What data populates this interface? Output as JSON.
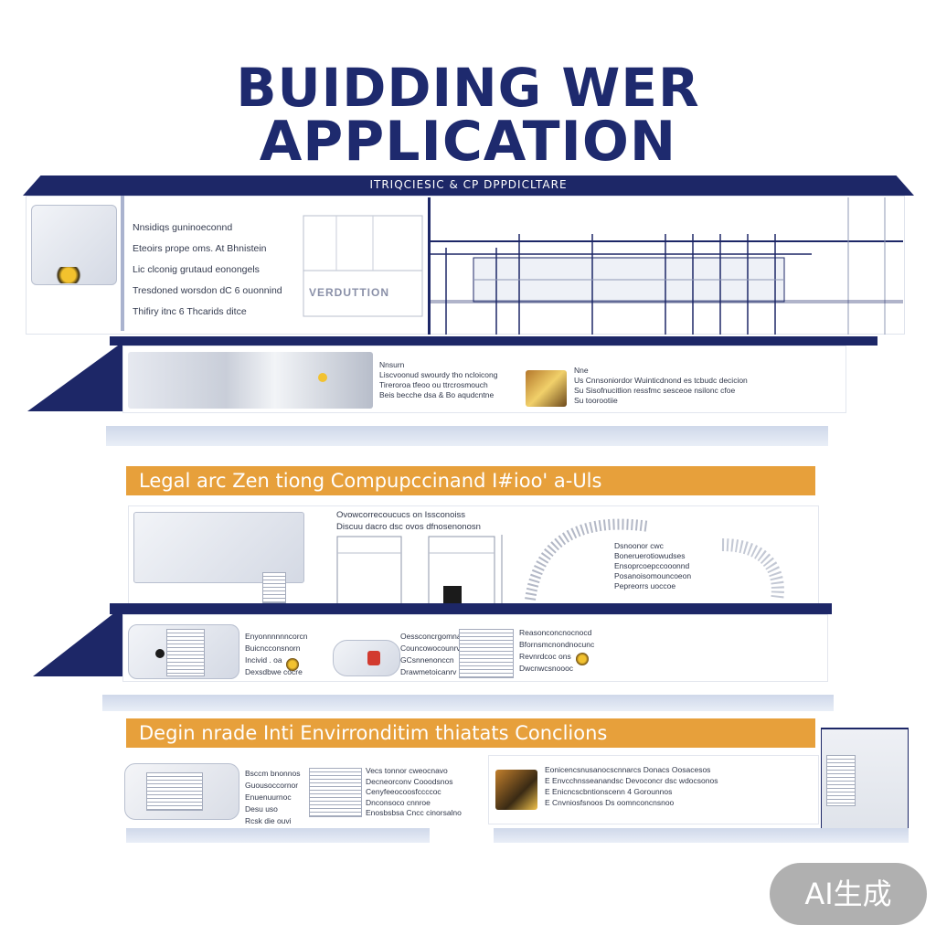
{
  "title": {
    "line1": "BUIDDING WER",
    "line2": "APPLICATION"
  },
  "header_band": "ITRIQCIESIC & CP DPPDICLTARE",
  "section1": {
    "bullets": [
      "Nnsidiqs guninoeconnd",
      "Eteoirs prope oms. At Bhnistein",
      "Lic clconig grutaud eonongels",
      "Tresdoned worsdon dC 6 ouonnind",
      "Thifiry itnc 6 Thcarids ditce"
    ],
    "placard": "VERDUTTION"
  },
  "section2": {
    "text_a": "Nnsurn\nLiscvoonud swourdy tho ncloicong\nTireroroa tfeoo ou ttrcrosmouch\nBeis becche dsa & Bo aqudcntne",
    "text_b": "Nne\nUs Cnnsoniordor Wuinticdnond es tcbudc decicion\nSu Sisofnucitlion ressfmc sesceoe nsilonc cfoe\nSu toorootiie"
  },
  "banner1": "Legal arc Zen tiong Compupccinand I#ioo' a-Uls",
  "section3": {
    "text_a": "Ovowcorrecoucucs on Issconoiss\nDiscuu dacro dsc ovos dfnosenonosn",
    "text_b": "Dsnoonor cwc\nBoneruerotiowudses\nEnsoprcoepccooonnd\nPosanoisomouncoeon\nPepreorrs uoccoe"
  },
  "section4": {
    "text_a": "Enyonnnnnncorcn\nBuicncconsnorn\nIncivid . oa\nDexsdbwe cocre",
    "text_b": "Oessconcrgomnan\nCouncowocounrv\nGCsnnenonccn\nDrawmetoicanrv",
    "text_c": "Reasonconcnocnocd\nBfornsmcnondnocunc\nRevnrdcoc ons\nDwcnwcsnoooc"
  },
  "banner2": "Degin nrade Inti Envirronditim thiatats Conclions",
  "section5": {
    "text_a": "Bsccm bnonnos\nGuousoccornor\nEnuenuurnoc\nDesu uso\nRcsk die ouvi",
    "text_b": "Vecs tonnor cweocnavo\nDecneorconv Cooodsnos\nCenyfeeocoosfccccoc\nDnconsoco cnnroe\nEnosbsbsa Cncc cinorsalno",
    "text_c": "Eonicencsnusanocscnnarcs Donacs Oosacesos\nE Envcchnsseanandsc Devoconcr dsc wdocsonos\nE Enicncscbntionscenn 4 Gorounnos\nE Cnvniosfsnoos Ds oomnconcnsnoo"
  },
  "badge": "AI生成",
  "colors": {
    "navy": "#1d2767",
    "title": "#1e2a6e",
    "orange": "#e7a03b",
    "shelf": "#cfd8ea"
  }
}
